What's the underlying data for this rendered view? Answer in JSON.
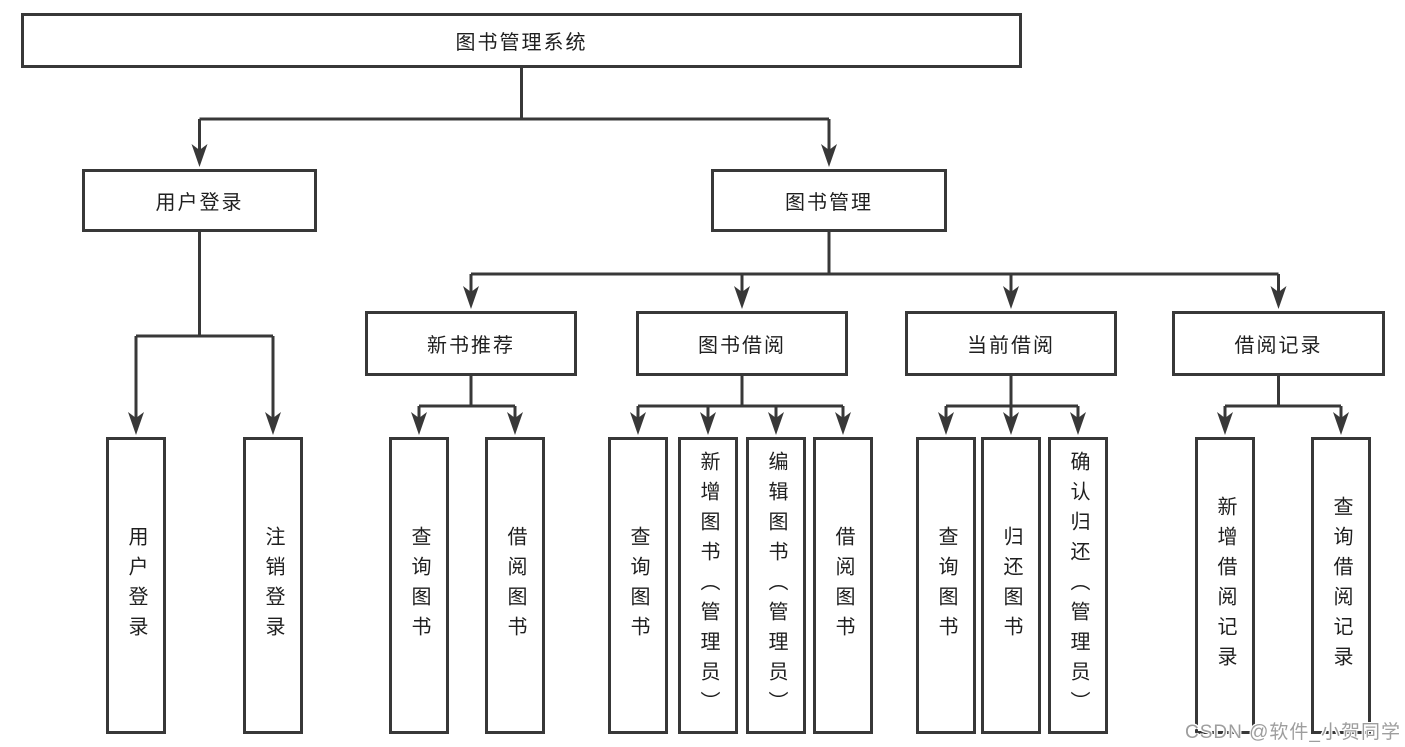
{
  "title": "图书管理系统",
  "branches": {
    "user": {
      "label": "用户登录",
      "children": [
        "用户登录",
        "注销登录"
      ]
    },
    "book": {
      "label": "图书管理",
      "children": [
        {
          "label": "新书推荐",
          "children": [
            "查询图书",
            "借阅图书"
          ]
        },
        {
          "label": "图书借阅",
          "children": [
            "查询图书",
            "新增图书（管理员）",
            "编辑图书（管理员）",
            "借阅图书"
          ]
        },
        {
          "label": "当前借阅",
          "children": [
            "查询图书",
            "归还图书",
            "确认归还（管理员）"
          ]
        },
        {
          "label": "借阅记录",
          "children": [
            "新增借阅记录",
            "查询借阅记录"
          ]
        }
      ]
    }
  },
  "watermark": {
    "text": "CSDN @软件_小贺同学"
  },
  "colors": {
    "line": "#383838",
    "text": "#1f1f1f",
    "box_background": "#ffffff",
    "watermark": "#9e9e9e"
  }
}
